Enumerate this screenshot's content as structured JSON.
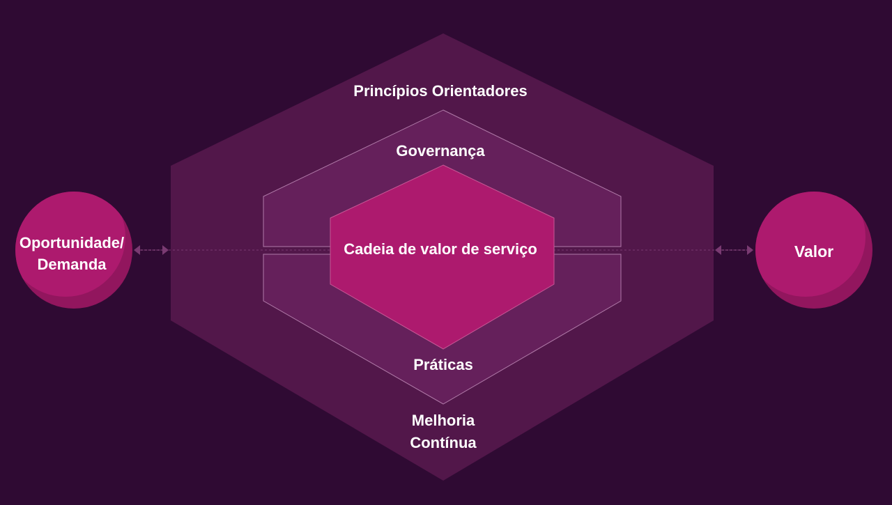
{
  "diagram": {
    "outer_label": "Princípios Orientadores",
    "governance_label": "Governança",
    "core_label": "Cadeia de valor de serviço",
    "practices_label": "Práticas",
    "improvement_label_line1": "Melhoria",
    "improvement_label_line2": "Contínua",
    "left_node": {
      "label_line1": "Oportunidade/",
      "label_line2": "Demanda"
    },
    "right_node": {
      "label": "Valor"
    }
  },
  "colors": {
    "background": "#2f0a33",
    "outer_hexagon": "#52174a",
    "middle_band": "#65205b",
    "core_hexagon": "#ad1a6e",
    "node_circle": "#ad1a6e",
    "node_shadow": "#92165e",
    "connector": "#7a3a72"
  }
}
